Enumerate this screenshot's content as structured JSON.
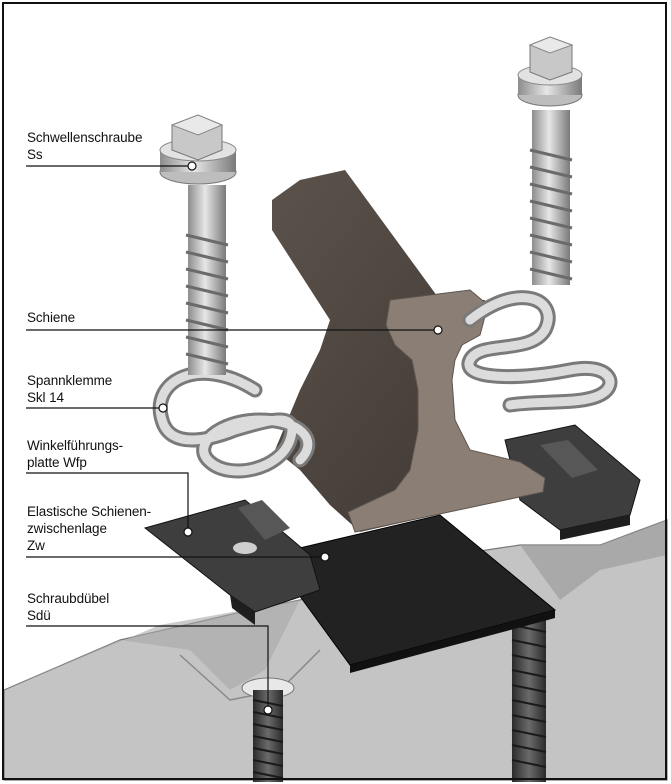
{
  "labels": {
    "screw": [
      "Schwellenschraube",
      "Ss"
    ],
    "rail": [
      "Schiene"
    ],
    "clamp": [
      "Spannklemme",
      "Skl 14"
    ],
    "plate": [
      "Winkelführungs-",
      "platte Wfp"
    ],
    "pad": [
      "Elastische Schienen-",
      "zwischenlage",
      "Zw"
    ],
    "dowel": [
      "Schraubdübel",
      "Sdü"
    ]
  },
  "colors": {
    "rail": "#4f4640",
    "rail_face": "#8c7f76",
    "screw": "#c9c9c9",
    "plate": "#3a3a3a",
    "pad": "#1f1f1f",
    "sleeper": "#bdbdbd",
    "dowel": "#4a4a4a"
  }
}
